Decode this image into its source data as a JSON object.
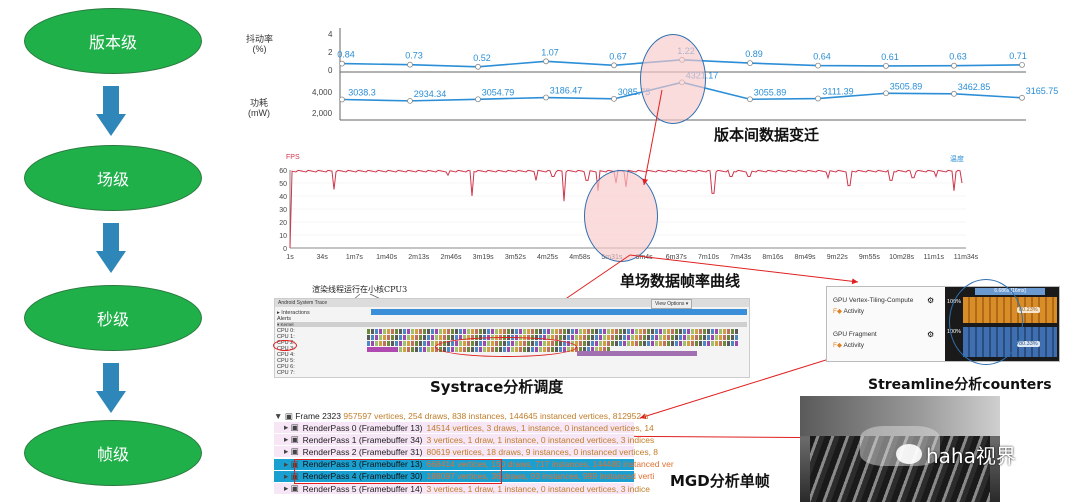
{
  "levels": [
    "版本级",
    "场级",
    "秒级",
    "帧级"
  ],
  "version_chart": {
    "jank_label": "抖动率\n(%)",
    "jank_label_l1": "抖动率",
    "jank_label_l2": "(%)",
    "power_label_l1": "功耗",
    "power_label_l2": "(mW)",
    "jank_ticks": [
      "4",
      "2",
      "0"
    ],
    "power_ticks": [
      "4,000",
      "2,000"
    ]
  },
  "chart_data": [
    {
      "type": "line",
      "title": "",
      "ylabel": "抖动率 (%)",
      "ylim": [
        0,
        4
      ],
      "x": [
        1,
        2,
        3,
        4,
        5,
        6,
        7,
        8,
        9,
        10,
        11
      ],
      "values": [
        0.84,
        0.73,
        0.52,
        1.07,
        0.67,
        1.22,
        0.89,
        0.64,
        0.61,
        0.63,
        0.71
      ],
      "labels": [
        "0.84",
        "0.73",
        "0.52",
        "1.07",
        "0.67",
        "1.22",
        "0.89",
        "0.64",
        "0.61",
        "0.63",
        "0.71"
      ]
    },
    {
      "type": "line",
      "title": "",
      "ylabel": "功耗 (mW)",
      "ylim": [
        1500,
        4500
      ],
      "x": [
        1,
        2,
        3,
        4,
        5,
        6,
        7,
        8,
        9,
        10,
        11
      ],
      "values": [
        3038.3,
        2934.34,
        3054.79,
        3186.47,
        3085.75,
        4321.17,
        3055.89,
        3111.39,
        3505.89,
        3462.85,
        3165.75
      ],
      "labels": [
        "3038.3",
        "2934.34",
        "3054.79",
        "3186.47",
        "3085.75",
        "4321.17",
        "3055.89",
        "3111.39",
        "3505.89",
        "3462.85",
        "3165.75"
      ]
    },
    {
      "type": "line",
      "title": "",
      "ylabel": "FPS",
      "ylim": [
        0,
        60
      ],
      "yticks": [
        "60",
        "50",
        "40",
        "30",
        "20",
        "10",
        "0"
      ],
      "categories": [
        "1s",
        "34s",
        "1m7s",
        "1m40s",
        "2m13s",
        "2m46s",
        "3m19s",
        "3m52s",
        "4m25s",
        "4m58s",
        "5m31s",
        "6m4s",
        "6m37s",
        "7m10s",
        "7m43s",
        "8m16s",
        "8m49s",
        "9m22s",
        "9m55s",
        "10m28s",
        "11m1s",
        "11m34s"
      ]
    }
  ],
  "captions": {
    "version": "版本间数据变迁",
    "fps": "单场数据帧率曲线",
    "systrace": "Systrace分析调度",
    "streamline": "Streamline分析counters",
    "mgd": "MGD分析单帧",
    "annotation": "渲染线程运行在小核CPU3"
  },
  "fps_chart": {
    "fps_label": "FPS",
    "right_label": "温度"
  },
  "systrace": {
    "title": "Android System Trace",
    "view_options": "View Options ▾",
    "interactions": "Interactions",
    "alerts": "Alerts",
    "kernel": "Kernel",
    "cpus": [
      "CPU 0:",
      "CPU 1:",
      "CPU 2:",
      "CPU 3:",
      "CPU 4:",
      "CPU 5:",
      "CPU 6:",
      "CPU 7:"
    ]
  },
  "streamline": {
    "header": "6.686s [16ms]",
    "row1_title": "GPU Vertex-Tiling-Compute",
    "row1_sub": "Activity",
    "row1_pct": "100%",
    "row1_val": "80.23%",
    "row2_title": "GPU Fragment",
    "row2_sub": "Activity",
    "row2_pct": "100%",
    "row2_val": "80.33%"
  },
  "mgd": {
    "frame_name": "Frame 2323",
    "frame_stats": "957597 vertices, 254 draws, 838 instances, 144645 instanced vertices, 812952 n",
    "renderpasses": [
      {
        "name": "RenderPass 0 (Framebuffer 13)",
        "stats": "14514 vertices, 3 draws, 1 instance, 0 instanced vertices, 14"
      },
      {
        "name": "RenderPass 1 (Framebuffer 34)",
        "stats": "3 vertices, 1 draw, 1 instance, 0 instanced vertices, 3 indices"
      },
      {
        "name": "RenderPass 2 (Framebuffer 31)",
        "stats": "80619 vertices, 18 draws, 9 instances, 0 instanced vertices, 8"
      },
      {
        "name": "RenderPass 3 (Framebuffer 13)",
        "stats": "668414 vertices, 150 draws, 717 instances, 144480 instanced ver"
      },
      {
        "name": "RenderPass 4 (Framebuffer 30)",
        "stats": "188097 vertices, 36 draws, 93 instances, 999 instanced verti"
      },
      {
        "name": "RenderPass 5 (Framebuffer 14)",
        "stats": "3 vertices, 1 draw, 1 instance, 0 instanced vertices, 3 indice"
      }
    ],
    "watermark": "haha视界"
  },
  "colors": {
    "level_green": "#1fb04a",
    "arrow_blue": "#2f86b8",
    "line_blue": "#2b8ed6",
    "fps_red": "#d0344a",
    "highlight": "#f9c9c9",
    "annotation_red": "#e02020"
  }
}
